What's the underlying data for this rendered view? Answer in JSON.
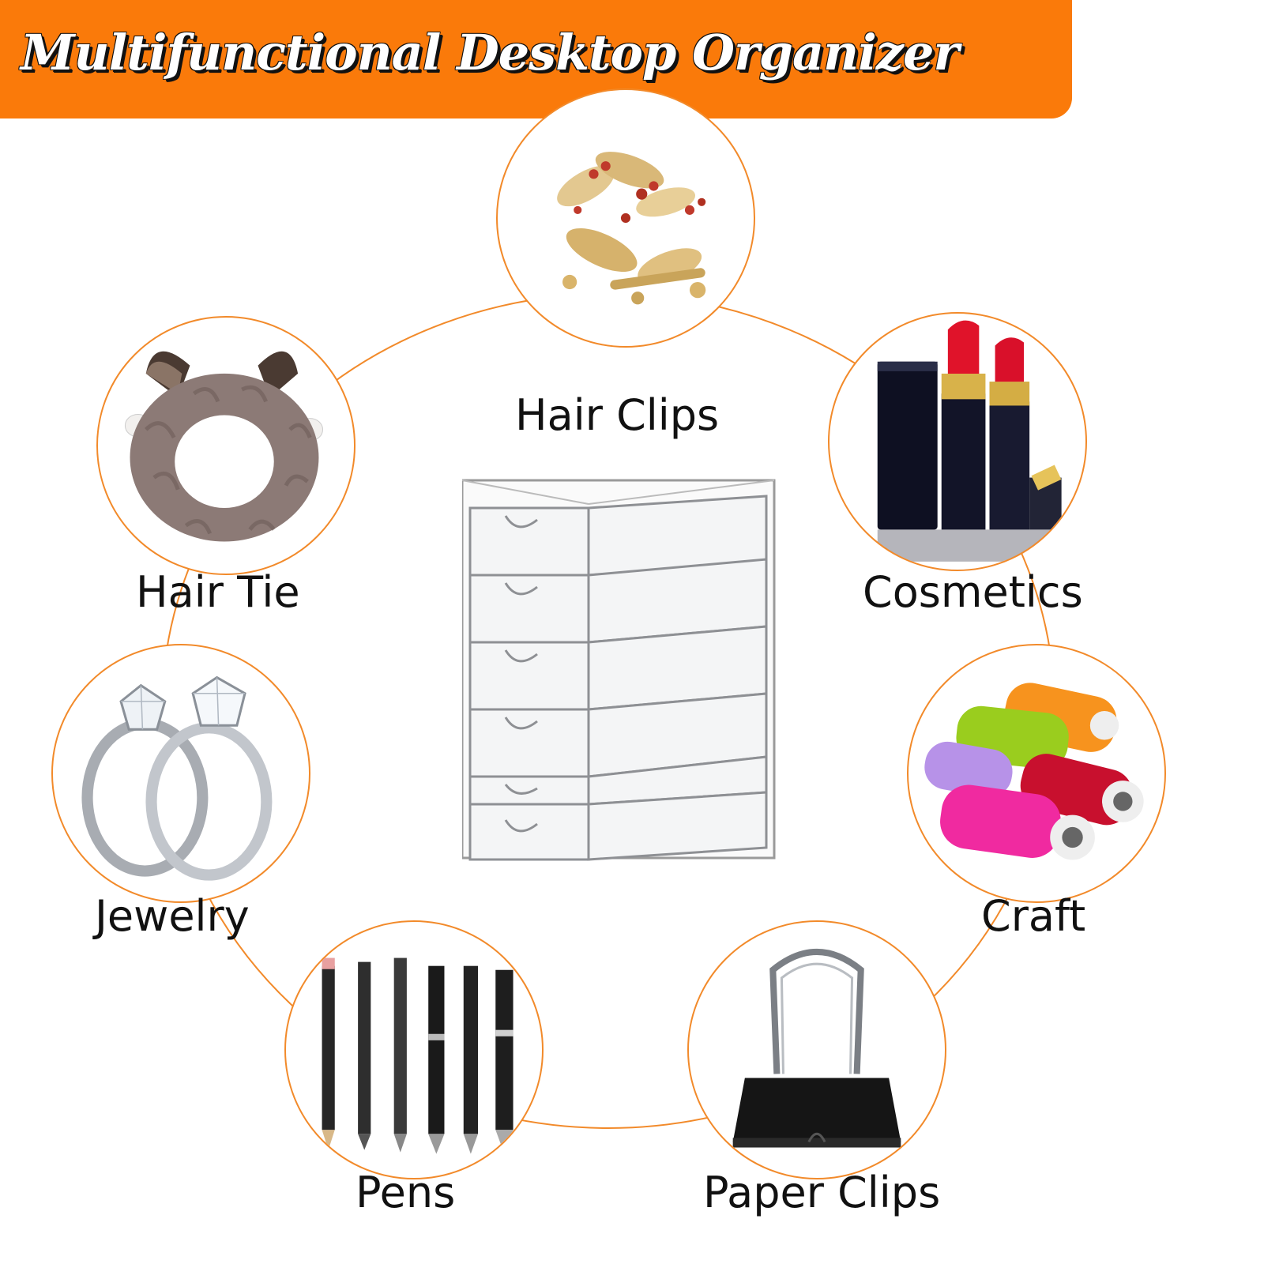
{
  "header": {
    "title": "Multifunctional Desktop Organizer"
  },
  "colors": {
    "accent": "#fa7a0a",
    "ring": "#f28a2a",
    "text": "#111111"
  },
  "center_product": {
    "icon": "acrylic-drawer-organizer-icon",
    "drawers": 6
  },
  "uses": [
    {
      "label": "Hair Clips",
      "icon": "hair-clips-icon"
    },
    {
      "label": "Hair Tie",
      "icon": "hair-tie-icon"
    },
    {
      "label": "Cosmetics",
      "icon": "lipstick-icon"
    },
    {
      "label": "Jewelry",
      "icon": "ring-icon"
    },
    {
      "label": "Craft",
      "icon": "thread-spool-icon"
    },
    {
      "label": "Pens",
      "icon": "pen-icon"
    },
    {
      "label": "Paper Clips",
      "icon": "binder-clip-icon"
    }
  ]
}
